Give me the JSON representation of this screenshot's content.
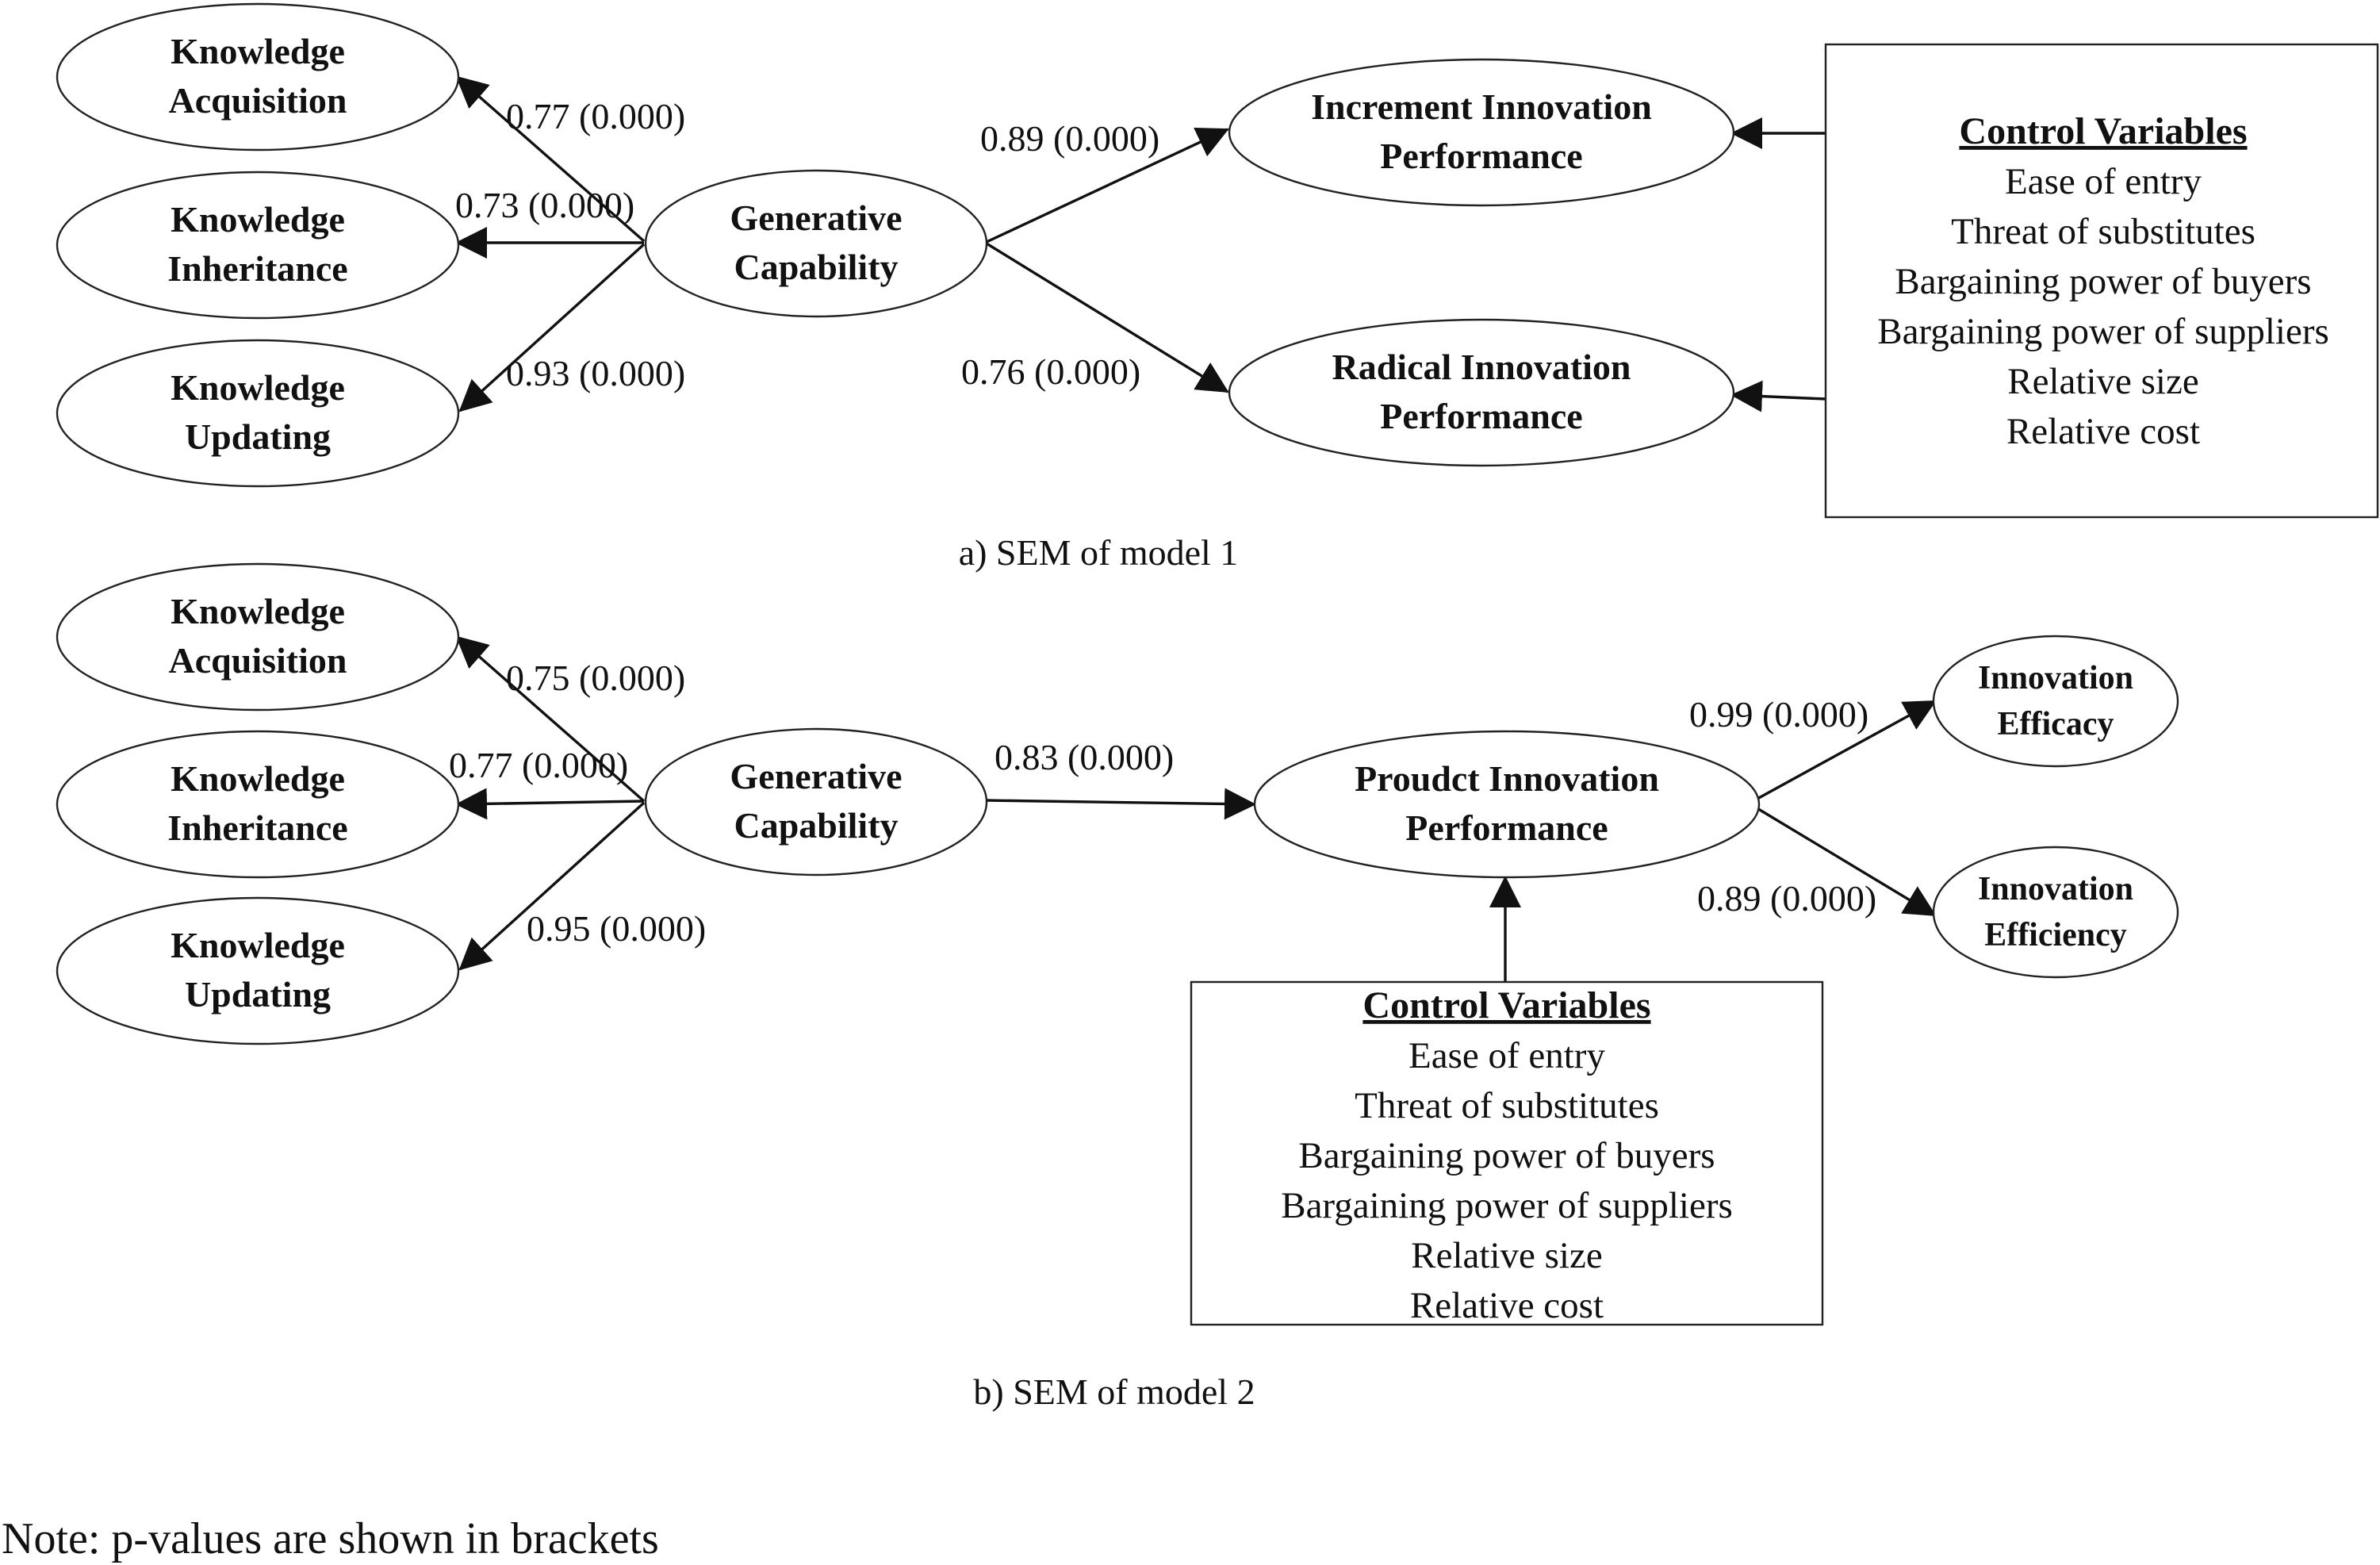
{
  "model1": {
    "caption": "a) SEM of model 1",
    "knowledge_acquisition": [
      "Knowledge",
      "Acquisition"
    ],
    "knowledge_inheritance": [
      "Knowledge",
      "Inheritance"
    ],
    "knowledge_updating": [
      "Knowledge",
      "Updating"
    ],
    "generative_capability": [
      "Generative",
      "Capability"
    ],
    "increment_performance": [
      "Increment Innovation",
      "Performance"
    ],
    "radical_performance": [
      "Radical Innovation",
      "Performance"
    ],
    "edges": {
      "gc_to_acquisition": "0.77 (0.000)",
      "gc_to_inheritance": "0.73 (0.000)",
      "gc_to_updating": "0.93 (0.000)",
      "gc_to_increment": "0.89 (0.000)",
      "gc_to_radical": "0.76 (0.000)"
    },
    "control_box": {
      "title": "Control Variables",
      "items": [
        "Ease of entry",
        "Threat of substitutes",
        "Bargaining power of buyers",
        "Bargaining power of suppliers",
        "Relative size",
        "Relative cost"
      ]
    }
  },
  "model2": {
    "caption": "b) SEM of model 2",
    "knowledge_acquisition": [
      "Knowledge",
      "Acquisition"
    ],
    "knowledge_inheritance": [
      "Knowledge",
      "Inheritance"
    ],
    "knowledge_updating": [
      "Knowledge",
      "Updating"
    ],
    "generative_capability": [
      "Generative",
      "Capability"
    ],
    "product_performance": [
      "Proudct Innovation",
      "Performance"
    ],
    "innovation_efficacy": [
      "Innovation",
      "Efficacy"
    ],
    "innovation_efficiency": [
      "Innovation",
      "Efficiency"
    ],
    "edges": {
      "gc_to_acquisition": "0.75 (0.000)",
      "gc_to_inheritance": "0.77 (0.000)",
      "gc_to_updating": "0.95 (0.000)",
      "gc_to_product": "0.83 (0.000)",
      "product_to_efficacy": "0.99 (0.000)",
      "product_to_efficiency": "0.89 (0.000)"
    },
    "control_box": {
      "title": "Control Variables",
      "items": [
        "Ease of entry",
        "Threat of substitutes",
        "Bargaining power of buyers",
        "Bargaining power of suppliers",
        "Relative size",
        "Relative cost"
      ]
    }
  },
  "note": "Note: p-values are shown in brackets"
}
